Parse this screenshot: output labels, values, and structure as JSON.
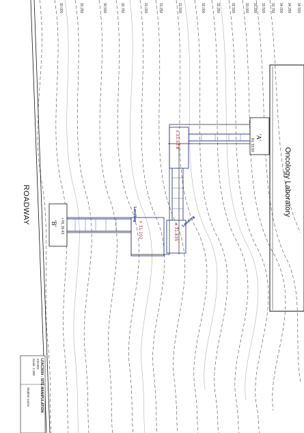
{
  "labels": {
    "roadway": "ROADWAY",
    "building": "Oncology Laboratory",
    "point_a": "'A'",
    "point_b": "'B'",
    "rl_a": "RL 33.50",
    "rl_b": "+ RL 30.43"
  },
  "contour_labels": [
    "30.000",
    "30.250",
    "30.500",
    "30.750",
    "31.000",
    "31.250",
    "31.500",
    "31.750",
    "32.000",
    "32.250",
    "32.500",
    "32.750",
    "33.000",
    "33.250",
    "33.500",
    "33.750",
    "34.000",
    "34.250",
    "34.500"
  ],
  "handwritten": {
    "upper_spot": "x 33.52.8",
    "middle_spot": "+ 31.102",
    "lower_spot": "x 31.835",
    "land_1": "Landing",
    "land_2": "Landing"
  },
  "title_block": {
    "title": "LFAC3034 - SITE MANIPULATION",
    "subtitle": "STAIRS",
    "scale": "Scale: 1:200",
    "student": "Student name:"
  },
  "colors": {
    "ink": "#111111",
    "contour": "#555555",
    "stair_outline": "#2b3a8f",
    "handwriting_red": "#b0202a"
  }
}
